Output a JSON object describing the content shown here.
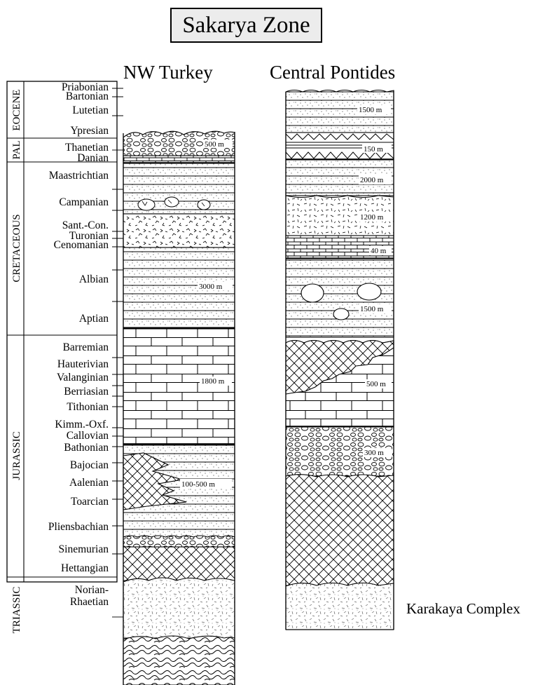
{
  "title": "Sakarya Zone",
  "columns": {
    "nw": "NW Turkey",
    "cp": "Central Pontides"
  },
  "periods": [
    "EOCENE",
    "PAL",
    "CRETACEOUS",
    "JURASSIC",
    "TRIASSIC"
  ],
  "stages": [
    "Priabonian",
    "Bartonian",
    "Lutetian",
    "Ypresian",
    "Thanetian",
    "Danian",
    "Maastrichtian",
    "Campanian",
    "Sant.-Con.",
    "Turonian",
    "Cenomanian",
    "Albian",
    "Aptian",
    "Barremian",
    "Hauterivian",
    "Valanginian",
    "Berriasian",
    "Tithonian",
    "Kimm.-Oxf.",
    "Callovian",
    "Bathonian",
    "Bajocian",
    "Aalenian",
    "Toarcian",
    "Pliensbachian",
    "Sinemurian",
    "Hettangian",
    "Norian-",
    "Rhaetian"
  ],
  "thickness_nw": [
    "500 m",
    "3000 m",
    "1800 m",
    "100-500 m"
  ],
  "thickness_cp": [
    "1500 m",
    "150 m",
    "2000 m",
    "1200 m",
    "40 m",
    "1500 m",
    "500 m",
    "300 m"
  ],
  "annotation": "Karakaya Complex",
  "colors": {
    "ink": "#000000",
    "background": "#ffffff",
    "title_fill": "#ececec"
  }
}
